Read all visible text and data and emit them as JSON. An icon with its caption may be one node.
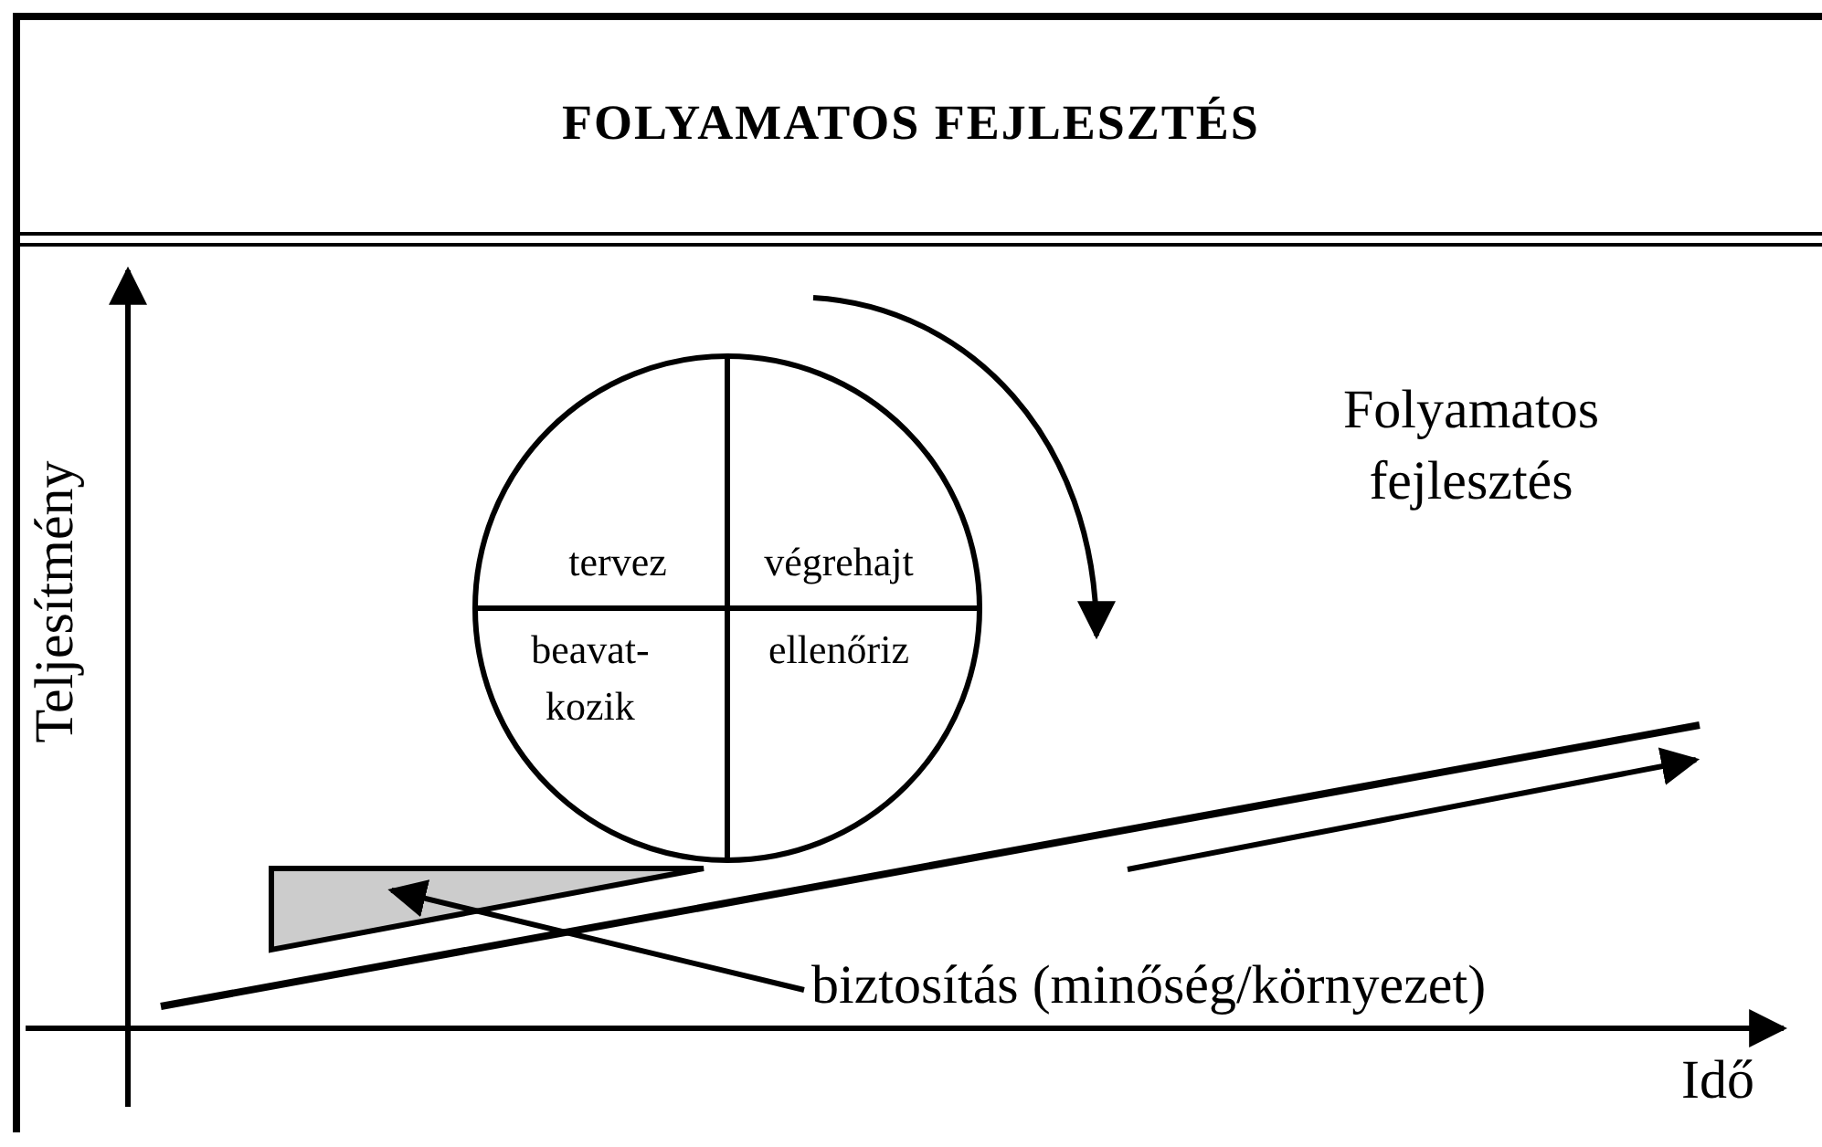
{
  "diagram": {
    "title": "FOLYAMATOS FEJLESZTÉS",
    "nodes": [
      {
        "text": [],
        "shape": "circle"
      },
      {
        "text": [
          "tervez"
        ],
        "in": 0
      },
      {
        "text": [
          "végrehajt"
        ],
        "in": 0
      },
      {
        "text": [
          "beavat- kozik"
        ],
        "in": 0
      },
      {
        "text": [
          "ellenőriz"
        ],
        "in": 0
      },
      {
        "text": [],
        "shape": "triangle"
      },
      {
        "text": [
          "biztosítás (minőség/környezet)"
        ]
      }
    ],
    "edges": [
      {
        "from": 6,
        "to": 5,
        "arrow": "to"
      }
    ],
    "labels": [
      "Folyamatos fejlesztés",
      "Teljesítmény",
      "Idő"
    ]
  }
}
